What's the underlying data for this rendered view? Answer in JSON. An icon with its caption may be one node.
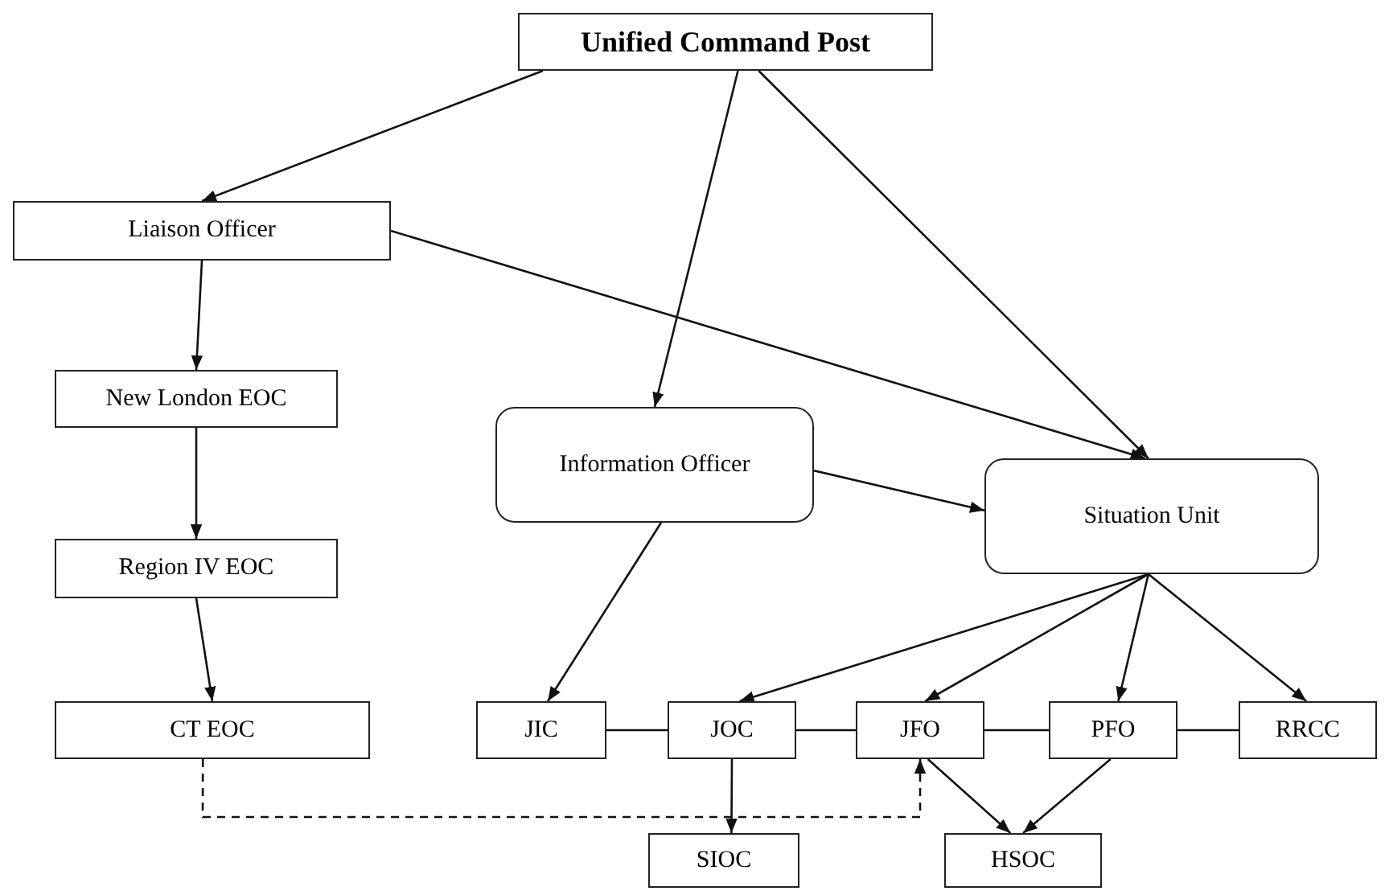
{
  "diagram": {
    "nodes": [
      {
        "text": [
          "Unified Command Post"
        ]
      },
      {
        "text": [
          "Liaison Officer"
        ]
      },
      {
        "text": [
          "New London EOC"
        ]
      },
      {
        "text": [
          "Information Officer"
        ]
      },
      {
        "text": [
          "Situation Unit"
        ]
      },
      {
        "text": [
          "Region IV EOC"
        ]
      },
      {
        "text": [
          "CT EOC"
        ]
      },
      {
        "text": [
          "JIC"
        ]
      },
      {
        "text": [
          "JOC"
        ]
      },
      {
        "text": [
          "JFO"
        ]
      },
      {
        "text": [
          "PFO"
        ]
      },
      {
        "text": [
          "RRCC"
        ]
      },
      {
        "text": [
          "SIOC"
        ]
      },
      {
        "text": [
          "HSOC"
        ]
      }
    ],
    "edges": [
      {
        "from": 0,
        "to": 1,
        "arrow": "to"
      },
      {
        "from": 0,
        "to": 3,
        "arrow": "to"
      },
      {
        "from": 0,
        "to": 4,
        "arrow": "to"
      },
      {
        "from": 1,
        "to": 4,
        "arrow": "to"
      },
      {
        "from": 1,
        "to": 2,
        "arrow": "to"
      },
      {
        "from": 2,
        "to": 5,
        "arrow": "to"
      },
      {
        "from": 5,
        "to": 6,
        "arrow": "to"
      },
      {
        "from": 3,
        "to": 4,
        "arrow": "to"
      },
      {
        "from": 3,
        "to": 7,
        "arrow": "to"
      },
      {
        "from": 4,
        "to": 8,
        "arrow": "to"
      },
      {
        "from": 4,
        "to": 9,
        "arrow": "to"
      },
      {
        "from": 4,
        "to": 10,
        "arrow": "to"
      },
      {
        "from": 4,
        "to": 11,
        "arrow": "to"
      },
      {
        "from": 7,
        "to": 8,
        "arrow": "none"
      },
      {
        "from": 8,
        "to": 9,
        "arrow": "none"
      },
      {
        "from": 9,
        "to": 10,
        "arrow": "none"
      },
      {
        "from": 10,
        "to": 11,
        "arrow": "none"
      },
      {
        "from": 8,
        "to": 12,
        "arrow": "to"
      },
      {
        "from": 9,
        "to": 13,
        "arrow": "to"
      },
      {
        "from": 10,
        "to": 13,
        "arrow": "to"
      },
      {
        "from": 6,
        "to": 9,
        "arrow": "to",
        "style": "dashed"
      }
    ]
  }
}
